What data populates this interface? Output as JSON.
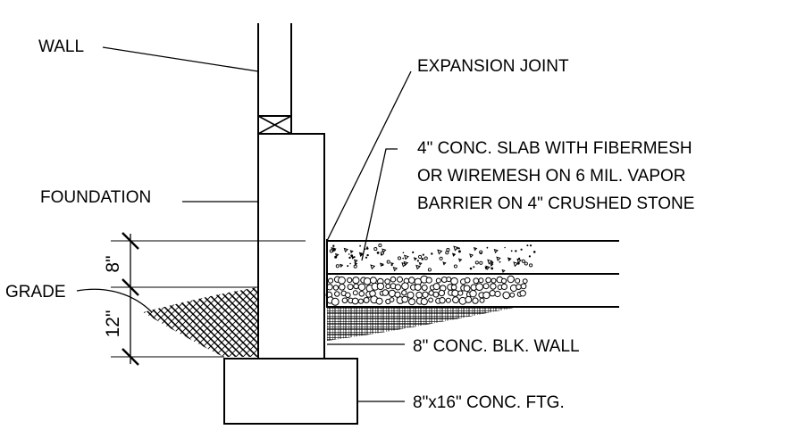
{
  "labels": {
    "wall": "WALL",
    "foundation": "FOUNDATION",
    "grade": "GRADE",
    "expansion_joint": "EXPANSION JOINT",
    "slab_line1": "4\" CONC. SLAB WITH FIBERMESH",
    "slab_line2": "OR WIREMESH ON 6 MIL. VAPOR",
    "slab_line3": "BARRIER ON 4\" CRUSHED STONE",
    "block_wall": "8\" CONC. BLK. WALL",
    "footing": "8\"x16\" CONC. FTG."
  },
  "dimensions": {
    "upper": "8\"",
    "lower": "12\""
  },
  "colors": {
    "line": "#000000",
    "background": "#ffffff"
  }
}
